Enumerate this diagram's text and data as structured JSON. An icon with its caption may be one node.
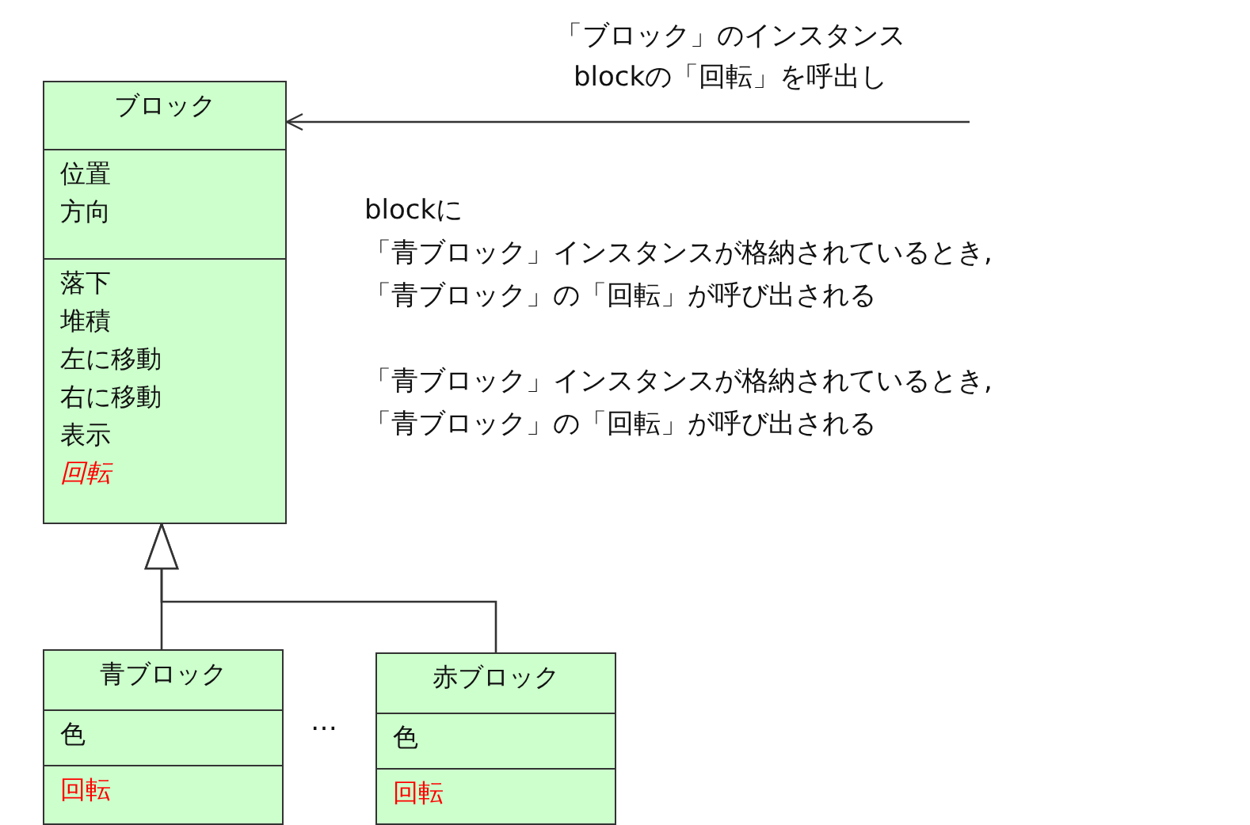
{
  "diagram": {
    "nodes": [
      {
        "text": [
          "ブロック",
          "位置",
          "方向",
          "落下",
          "堆積",
          "左に移動",
          "右に移動",
          "表示",
          "回転"
        ]
      },
      {
        "text": [
          "青ブロック",
          "色",
          "回転"
        ]
      },
      {
        "text": [
          "赤ブロック",
          "色",
          "回転"
        ]
      }
    ],
    "edges": [
      {
        "from": 1,
        "to": 0,
        "arrow": "to"
      },
      {
        "from": 2,
        "to": 0,
        "arrow": "to"
      },
      {
        "from": null,
        "to": 0,
        "arrow": "to",
        "label": "「ブロック」のインスタンス blockの「回転」を呼出し"
      }
    ],
    "labels": [
      "blockに",
      "「青ブロック」インスタンスが格納されているとき,",
      "「青ブロック」の「回転」が呼び出される",
      "「青ブロック」インスタンスが格納されているとき,",
      "「青ブロック」の「回転」が呼び出される",
      "…"
    ]
  }
}
